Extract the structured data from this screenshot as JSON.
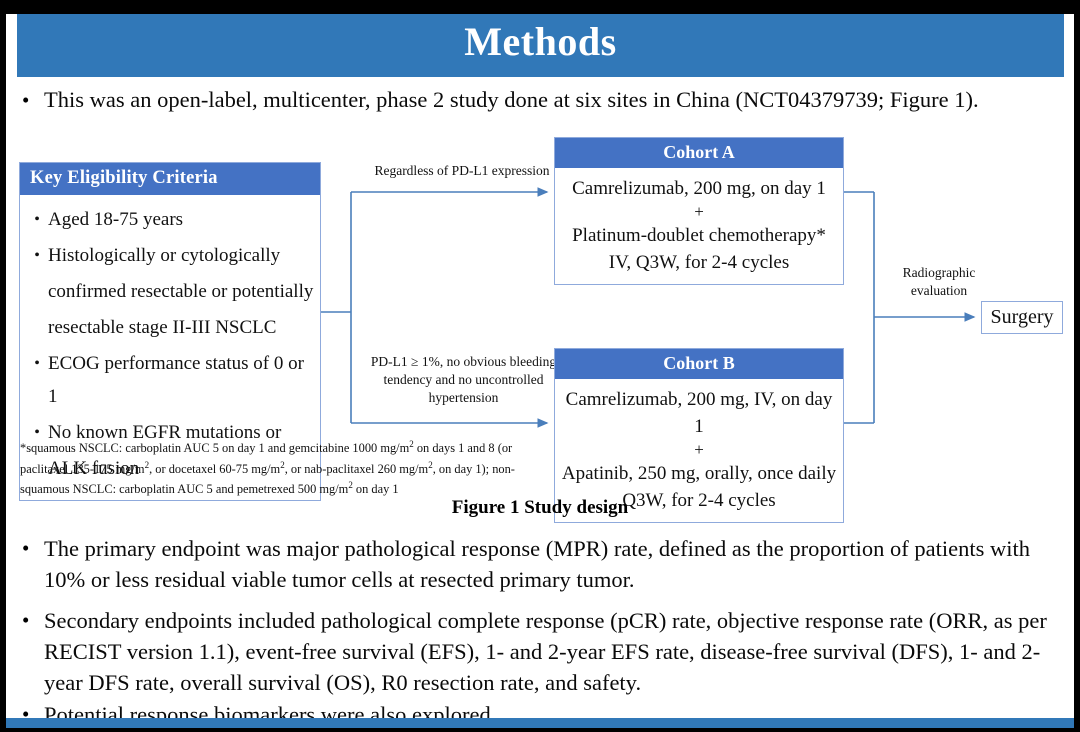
{
  "slide": {
    "title": "Methods",
    "accent_blue": "#3178B8",
    "box_blue": "#4472C4",
    "box_border": "#8FAADC"
  },
  "intro_bullet": {
    "dot": "•",
    "text": "This was an open-label, multicenter, phase 2 study done at six sites in China (NCT04379739; Figure 1)."
  },
  "figure": {
    "caption": "Figure 1 Study design",
    "eligibility": {
      "header": "Key  Eligibility Criteria",
      "items": [
        {
          "dot": "•",
          "label": "Aged 18-75 years"
        },
        {
          "dot": "•",
          "label": "Histologically or cytologically"
        },
        {
          "dot": "",
          "label": "confirmed resectable or potentially"
        },
        {
          "dot": "",
          "label": "resectable stage II-III  NSCLC"
        },
        {
          "dot": "•",
          "label": "ECOG performance status of 0 or 1"
        },
        {
          "dot": "•",
          "label": "No known EGFR mutations or"
        },
        {
          "dot": "",
          "label": "ALK fusion"
        }
      ]
    },
    "footnote_lines": [
      "*squamous NSCLC: carboplatin AUC 5 on day 1 and gemcitabine 1000 mg/m2 on days 1 and 8 (or",
      "paclitaxel 135-175  mg/m2, or docetaxel 60-75 mg/m2, or nab-paclitaxel 260 mg/m2, on day 1); non-",
      "squamous NSCLC: carboplatin AUC 5 and pemetrexed 500 mg/m2 on day 1"
    ],
    "cohort_a": {
      "header": "Cohort A",
      "lines": [
        "Camrelizumab, 200 mg, on day 1",
        "+",
        "Platinum-doublet chemotherapy*",
        "IV, Q3W, for 2-4 cycles"
      ]
    },
    "cohort_b": {
      "header": "Cohort B",
      "lines": [
        "Camrelizumab, 200 mg, IV, on day 1",
        "+",
        "Apatinib, 250 mg, orally, once daily",
        "Q3W, for 2-4 cycles"
      ]
    },
    "connector_labels": {
      "regardless": "Regardless  of PD-L1 expression",
      "pdl1": "PD-L1 ≥ 1%, no obvious bleeding tendency  and no uncontrolled  hypertension",
      "radiographic": "Radiographic evaluation"
    },
    "surgery": "Surgery"
  },
  "body_bullets": [
    {
      "dot": "•",
      "text": "The primary endpoint was major pathological response (MPR) rate, defined as the proportion of patients with 10% or less residual viable tumor cells at resected primary tumor."
    },
    {
      "dot": "•",
      "text": "Secondary endpoints included pathological complete response (pCR) rate, objective response rate (ORR, as per RECIST version 1.1), event-free survival (EFS), 1- and 2-year EFS rate, disease-free survival (DFS), 1- and 2-year DFS rate, overall survival (OS), R0 resection rate, and safety."
    },
    {
      "dot": "•",
      "text": "Potential response biomarkers were also explored."
    }
  ]
}
